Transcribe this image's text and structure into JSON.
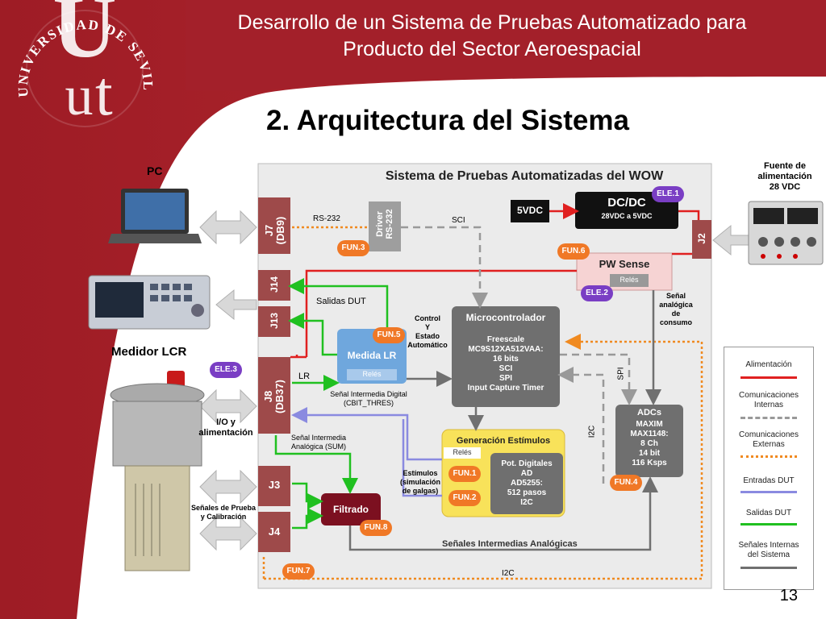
{
  "header": {
    "title_line1": "Desarrollo de un Sistema de Pruebas Automatizado para",
    "title_line2": "Producto del Sector Aeroespacial",
    "logo_text": "UNIVERSIDAD DE SEVILLA",
    "brand_color": "#a3202a"
  },
  "section_title": "2. Arquitectura del Sistema",
  "page_number": "13",
  "diagram": {
    "system_title": "Sistema de Pruebas Automatizadas del WOW",
    "left_devices": {
      "pc": "PC",
      "lcr": "Medidor LCR",
      "lcr_badge": "ELE.3",
      "io_label": "I/O y\nalimentación",
      "signals_label": "Señales de Prueba\ny Calibración"
    },
    "right_device": {
      "label": "Fuente de\nalimentación\n28 VDC"
    },
    "connectors": {
      "j7": "J7\n(DB9)",
      "j14": "J14",
      "j13": "J13",
      "j8": "J8\n(DB37)",
      "j3": "J3",
      "j4": "J4",
      "j2": "J2"
    },
    "blocks": {
      "driver": "Driver\nRS-232",
      "v5": "5VDC",
      "dcdc_title": "DC/DC",
      "dcdc_sub": "28VDC a 5VDC",
      "pw_title": "PW Sense",
      "pw_relay": "Relés",
      "micro_title": "Microcontrolador",
      "micro_body": "Freescale\nMC9S12XA512VAA:\n16 bits\nSCI\nSPI\nInput Capture Timer",
      "lr_title": "Medida LR",
      "lr_relay": "Relés",
      "gen_title": "Generación Estímulos",
      "gen_relay": "Relés",
      "pot_body": "Pot. Digitales\nAD\nAD5255:\n512 pasos\nI2C",
      "adc_title": "ADCs",
      "adc_body": "MAXIM\nMAX1148:\n8 Ch\n14 bit\n116 Ksps",
      "filt": "Filtrado"
    },
    "badges": {
      "ele1": "ELE.1",
      "ele2": "ELE.2",
      "fun1": "FUN.1",
      "fun2": "FUN.2",
      "fun3": "FUN.3",
      "fun4": "FUN.4",
      "fun5": "FUN.5",
      "fun6": "FUN.6",
      "fun7": "FUN.7",
      "fun8": "FUN.8"
    },
    "labels": {
      "rs232": "RS-232",
      "sci": "SCI",
      "salidas_dut": "Salidas DUT",
      "control": "Control\nY\nEstado\nAutomático",
      "lr": "LR",
      "senal_digital": "Señal Intermedia Digital\n(CBIT_THRES)",
      "senal_analogica_sum": "Señal Intermedia\nAnalógica (SUM)",
      "estimulos": "Estímulos\n(simulación\nde galgas)",
      "senales_intermedias": "Señales Intermedias Analógicas",
      "senal_consumo": "Señal\nanalógica\nde\nconsumo",
      "spi": "SPI",
      "i2c_vertical": "I2C",
      "i2c_bottom": "I2C"
    },
    "legend": [
      {
        "label": "Alimentación",
        "color": "#e02020",
        "style": "solid"
      },
      {
        "label": "Comunicaciones\nInternas",
        "color": "#999999",
        "style": "dashed"
      },
      {
        "label": "Comunicaciones\nExternas",
        "color": "#f08a20",
        "style": "dotted"
      },
      {
        "label": "Entradas DUT",
        "color": "#8a8ae0",
        "style": "solid"
      },
      {
        "label": "Salidas DUT",
        "color": "#20c020",
        "style": "solid"
      },
      {
        "label": "Señales Internas\ndel Sistema",
        "color": "#707070",
        "style": "solid"
      }
    ]
  }
}
